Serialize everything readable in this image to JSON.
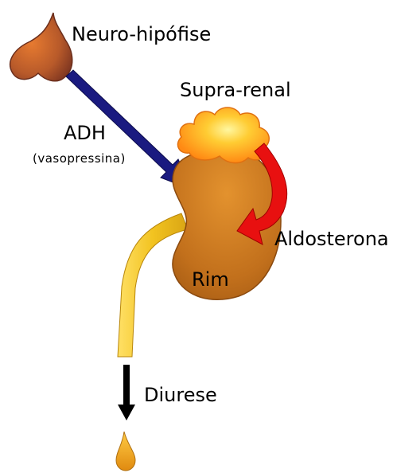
{
  "labels": {
    "pituitary": "Neuro-hipófise",
    "adrenal": "Supra-renal",
    "adh": "ADH",
    "adh_alt": "(vasopressina)",
    "aldosterone": "Aldosterona",
    "kidney": "Rim",
    "diuresis": "Diurese"
  },
  "colors": {
    "pituitary": "#a0522d",
    "adh_arrow": "#1a1a80",
    "adrenal": "#ff8c1a",
    "aldosterone_arrow": "#e81010",
    "kidney": "#c8741f",
    "ureter": "#f2c320",
    "diuresis_arrow": "#000000",
    "drop": "#f0b020"
  },
  "icons": {
    "pituitary": "pituitary-gland-icon",
    "adrenal": "adrenal-gland-icon",
    "kidney": "kidney-icon",
    "drop": "urine-drop-icon"
  }
}
